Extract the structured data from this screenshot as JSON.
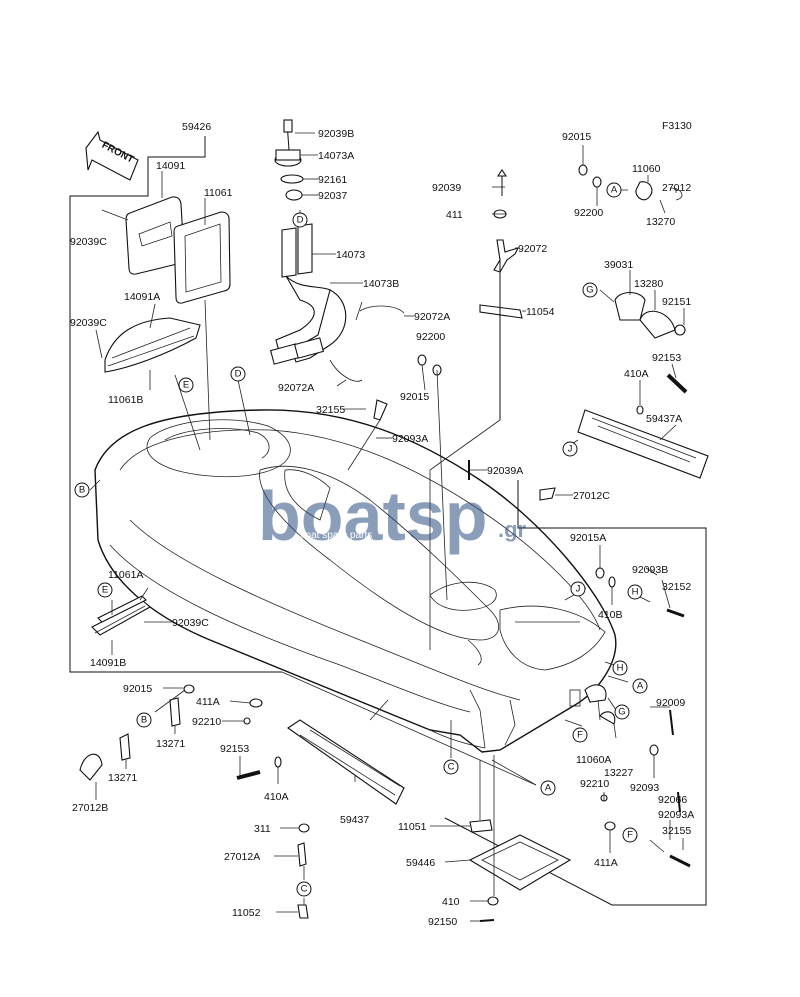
{
  "figure_code": "F3130",
  "front_label": "FRONT",
  "watermark": {
    "brand": "boatsp",
    "tld": ".gr",
    "sub": "boat spare parts"
  },
  "parts": {
    "p59426": "59426",
    "p14091": "14091",
    "p11061": "11061",
    "p92039C_a": "92039C",
    "p14091A": "14091A",
    "p92039C_b": "92039C",
    "p11061B": "11061B",
    "p92039B": "92039B",
    "p14073A": "14073A",
    "p92161": "92161",
    "p92037": "92037",
    "p14073": "14073",
    "p14073B": "14073B",
    "p92072A_a": "92072A",
    "p92072A_b": "92072A",
    "p92015_top": "92015",
    "p11060": "11060",
    "p27012": "27012",
    "p92200_top": "92200",
    "p13270": "13270",
    "p92039": "92039",
    "p411": "411",
    "p92072": "92072",
    "p11054": "11054",
    "p39031": "39031",
    "p13280": "13280",
    "p92151": "92151",
    "p92153_r": "92153",
    "p410A_r": "410A",
    "p59437A": "59437A",
    "p92200_mid": "92200",
    "p92015_mid": "92015",
    "p32155_a": "32155",
    "p92093A_a": "92093A",
    "p92039A": "92039A",
    "p27012C": "27012C",
    "p92015A": "92015A",
    "p92093B": "92093B",
    "p32152": "32152",
    "p410B": "410B",
    "p11061A": "11061A",
    "p92039C_c": "92039C",
    "p14091B": "14091B",
    "p92015_l": "92015",
    "p411A_a": "411A",
    "p92210_a": "92210",
    "p13271_a": "13271",
    "p13271_b": "13271",
    "p27012B": "27012B",
    "p92153_l": "92153",
    "p410A_l": "410A",
    "p59437": "59437",
    "p92009": "92009",
    "p11060A": "11060A",
    "p13227": "13227",
    "p92093": "92093",
    "p92066": "92066",
    "p92210_b": "92210",
    "p92093A_b": "92093A",
    "p32155_b": "32155",
    "p411A_b": "411A",
    "p311": "311",
    "p27012A": "27012A",
    "p11052": "11052",
    "p11051": "11051",
    "p59446": "59446",
    "p410": "410",
    "p92150": "92150"
  },
  "callouts": {
    "A1": "A",
    "A2": "A",
    "A3": "A",
    "B1": "B",
    "B2": "B",
    "C1": "C",
    "C2": "C",
    "D1": "D",
    "D2": "D",
    "E1": "E",
    "E2": "E",
    "F1": "F",
    "F2": "F",
    "G1": "G",
    "G2": "G",
    "H1": "H",
    "H2": "H",
    "J1": "J",
    "J2": "J"
  }
}
